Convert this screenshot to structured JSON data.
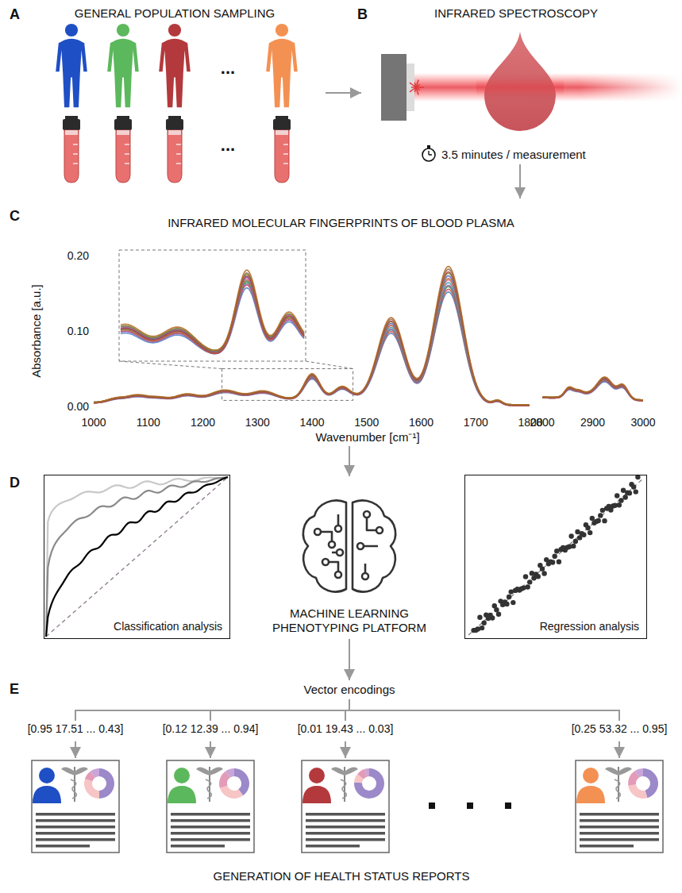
{
  "diagram": {
    "nodes": [
      {
        "text": [
          "GENERAL POPULATION SAMPLING"
        ]
      },
      {
        "text": [
          "INFRARED SPECTROSCOPY"
        ]
      },
      {
        "text": [
          "3.5 minutes / measurement"
        ]
      },
      {
        "text": [
          "INFRARED MOLECULAR FINGERPRINTS OF BLOOD PLASMA"
        ]
      },
      {
        "text": [
          "Classification analysis"
        ]
      },
      {
        "text": [
          "MACHINE LEARNING PHENOTYPING PLATFORM"
        ]
      },
      {
        "text": [
          "Regression analysis"
        ]
      },
      {
        "text": [
          "Vector encodings"
        ]
      },
      {
        "text": [
          "[0.95 17.51 ... 0.43]"
        ]
      },
      {
        "text": [
          "[0.12 12.39 ... 0.94]"
        ]
      },
      {
        "text": [
          "[0.01 19.43 ... 0.03]"
        ]
      },
      {
        "text": [
          "[0.25 53.32 ... 0.95]"
        ]
      }
    ],
    "edges": [
      {
        "from": 0,
        "to": 1,
        "arrow": "to"
      },
      {
        "from": 2,
        "to": 3,
        "arrow": "to"
      },
      {
        "from": 3,
        "to": 5,
        "arrow": "to"
      },
      {
        "from": 5,
        "to": 7,
        "arrow": "to"
      },
      {
        "from": 7,
        "to": 8,
        "arrow": "none"
      },
      {
        "from": 7,
        "to": 9,
        "arrow": "none"
      },
      {
        "from": 7,
        "to": 10,
        "arrow": "none"
      },
      {
        "from": 7,
        "to": 11,
        "arrow": "none"
      }
    ],
    "labels": [
      "A",
      "B",
      "C",
      "D",
      "E",
      "...",
      "...",
      "0.20",
      "0.10",
      "0.00",
      "1000",
      "1100",
      "1200",
      "1300",
      "1400",
      "1500",
      "1600",
      "1700",
      "1800",
      "2800",
      "2900",
      "3000",
      "Absorbance [a.u.]",
      "Wavenumber [cm⁻¹]",
      "GENERATION OF HEALTH STATUS REPORTS"
    ]
  }
}
